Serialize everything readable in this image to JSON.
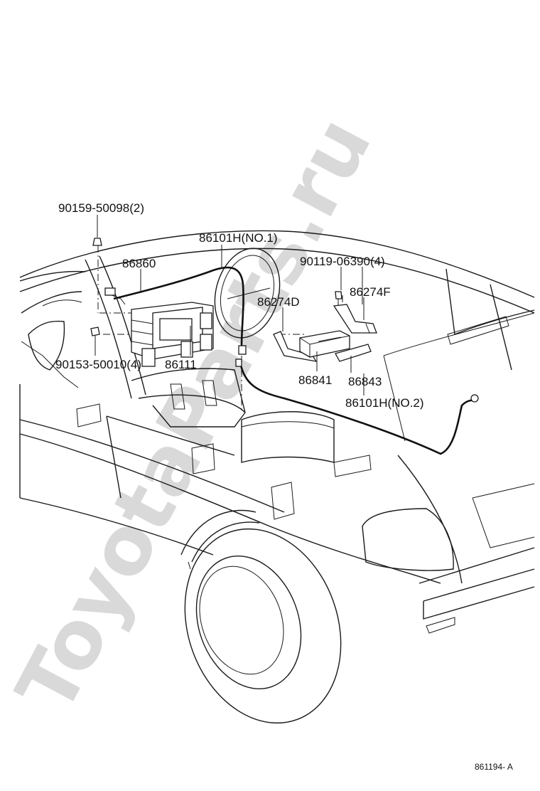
{
  "watermark": "ToyotaParts.ru",
  "callouts": {
    "c1": "90159-50098(2)",
    "c2": "86101H(NO.1)",
    "c3": "86860",
    "c4": "90119-06390(4)",
    "c5": "86274D",
    "c6": "86274F",
    "c7": "90153-50010(4)",
    "c8": "86111",
    "c9": "86841",
    "c10": "86843",
    "c11": "86101H(NO.2)"
  },
  "figure_code": "861194- A"
}
